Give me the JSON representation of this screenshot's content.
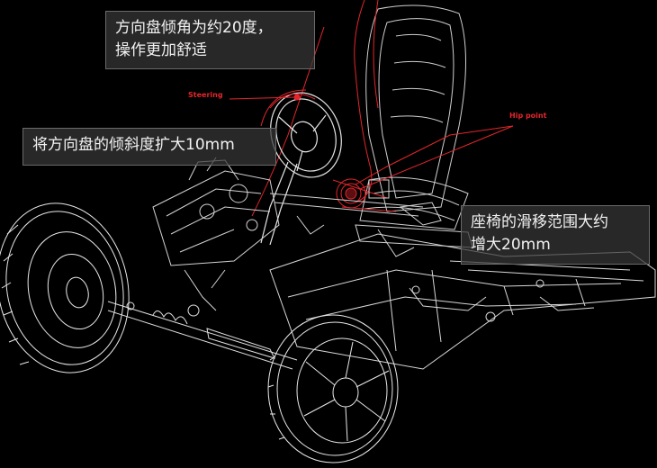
{
  "callouts": {
    "top": {
      "line1": "方向盘倾角为约20度，",
      "line2": "操作更加舒适"
    },
    "middle": {
      "line1": "将方向盘的倾斜度扩大10mm"
    },
    "right": {
      "line1": "座椅的滑移范围大约",
      "line2": "增大20mm"
    }
  },
  "labels": {
    "steering": "Steering",
    "hip_point": "Hip point"
  },
  "colors": {
    "background": "#000000",
    "wireframe": "#ffffff",
    "highlight": "#e3262c",
    "callout_bg": "#373737"
  }
}
